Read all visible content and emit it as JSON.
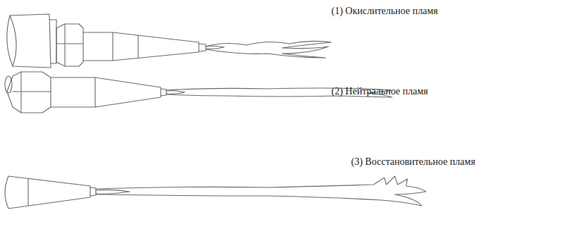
{
  "diagram": {
    "labels": [
      "(1) Окислительное пламя",
      "(2) Нейтральное пламя",
      "(3) Восстановительное пламя"
    ]
  }
}
